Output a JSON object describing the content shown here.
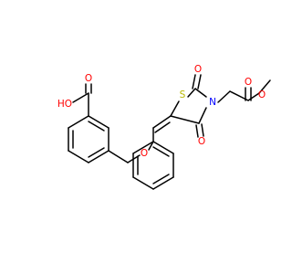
{
  "diagram": {
    "colors": {
      "background": "#ffffff",
      "bond": "#000000",
      "oxygen": "#ff0000",
      "sulfur": "#b8b800"
    },
    "atoms": {
      "o_ch_o": {
        "text": "O",
        "color_key": "oxygen"
      },
      "oh": {
        "text": "HO",
        "color_key": "oxygen"
      },
      "o_ether": {
        "text": "O",
        "color_key": "oxygen"
      },
      "s_ring": {
        "text": "S",
        "color_key": "sulfur"
      },
      "n_ring": {
        "text": "N",
        "color_key": "oxygen"
      },
      "o_c2": {
        "text": "O",
        "color_key": "oxygen"
      },
      "o_c4": {
        "text": "O",
        "color_key": "oxygen"
      },
      "o_ester_carbonyl": {
        "text": "O",
        "color_key": "oxygen"
      },
      "o_ester": {
        "text": "O",
        "color_key": "oxygen"
      }
    }
  }
}
